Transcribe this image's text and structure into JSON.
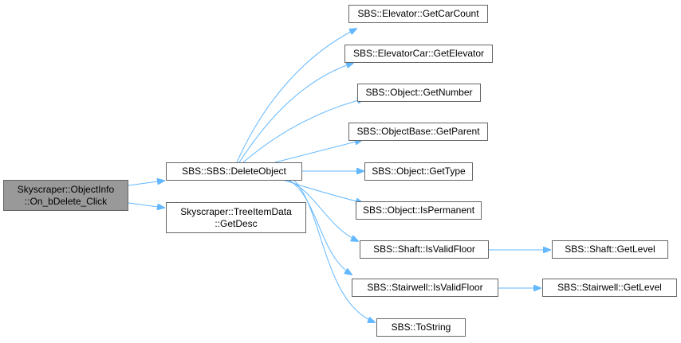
{
  "nodes": {
    "root": {
      "line1": "Skyscraper::ObjectInfo",
      "line2": "::On_bDelete_Click"
    },
    "delete_object": "SBS::SBS::DeleteObject",
    "tree_item": {
      "line1": "Skyscraper::TreeItemData",
      "line2": "::GetDesc"
    },
    "get_car_count": "SBS::Elevator::GetCarCount",
    "get_elevator": "SBS::ElevatorCar::GetElevator",
    "get_number": "SBS::Object::GetNumber",
    "get_parent": "SBS::ObjectBase::GetParent",
    "get_type": "SBS::Object::GetType",
    "is_permanent": "SBS::Object::IsPermanent",
    "shaft_valid": "SBS::Shaft::IsValidFloor",
    "stair_valid": "SBS::Stairwell::IsValidFloor",
    "to_string": "SBS::ToString",
    "shaft_level": "SBS::Shaft::GetLevel",
    "stair_level": "SBS::Stairwell::GetLevel"
  },
  "colors": {
    "edge": "#63b8ff",
    "node_border": "#666666",
    "root_fill": "#999999"
  }
}
